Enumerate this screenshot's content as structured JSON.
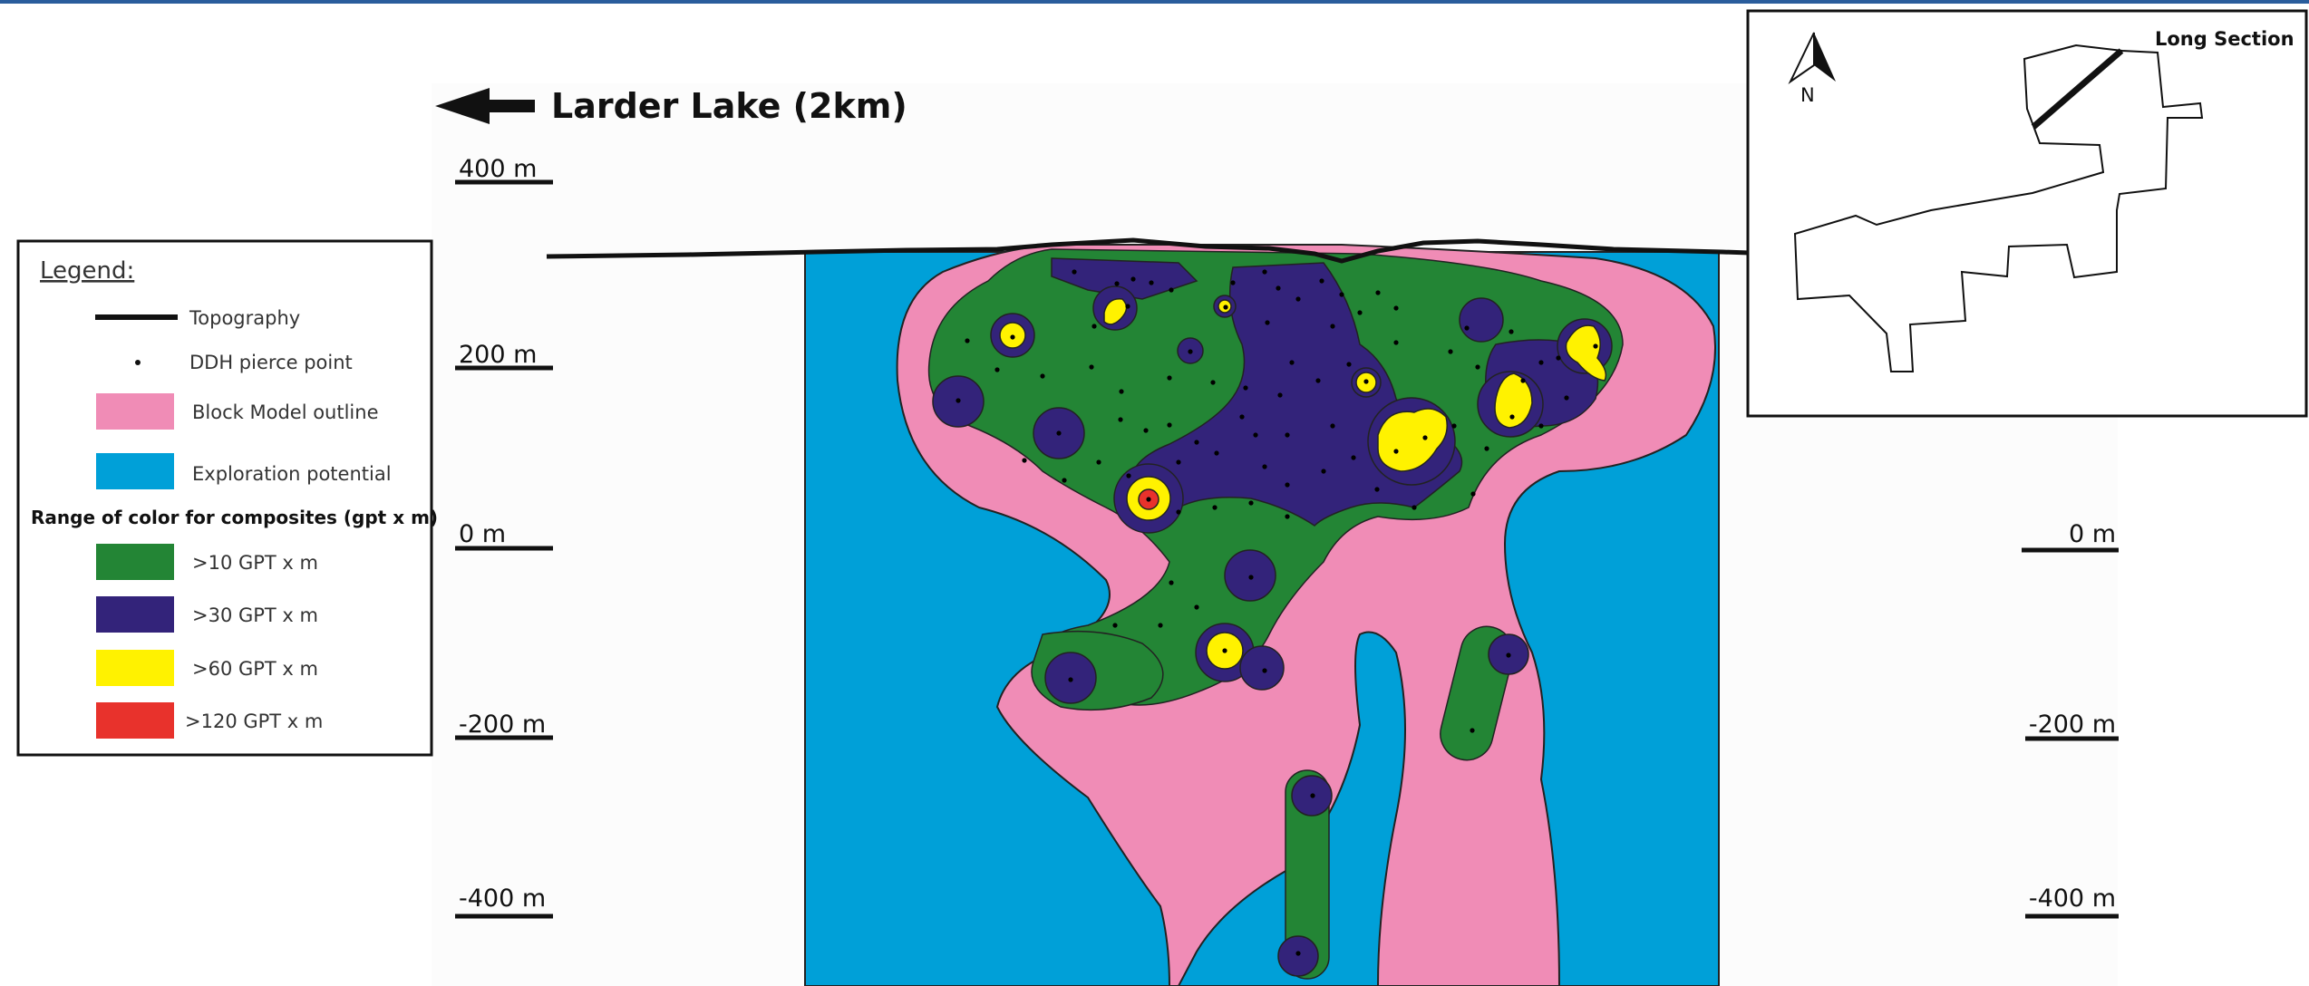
{
  "direction_label": "Larder Lake (2km)",
  "elevations_left": [
    "400 m",
    "200 m",
    "0 m",
    "-200 m",
    "-400 m"
  ],
  "elevations_right": [
    "0 m",
    "-200 m",
    "-400 m"
  ],
  "legend": {
    "title": "Legend:",
    "items": [
      {
        "label": "Topography",
        "color": "#111111"
      },
      {
        "label": "DDH pierce point",
        "color": "#111111"
      },
      {
        "label": "Block Model outline",
        "color": "#f08cb6"
      },
      {
        "label": "Exploration potential",
        "color": "#00a0d8"
      }
    ],
    "range_title": "Range of color for composites (gpt x m)",
    "ranges": [
      {
        "label": ">10 GPT x m",
        "color": "#238535"
      },
      {
        "label": ">30 GPT x m",
        "color": "#33237a"
      },
      {
        "label": ">60 GPT x m",
        "color": "#fff200"
      },
      {
        "label": ">120 GPT x m",
        "color": "#e8322c"
      }
    ]
  },
  "inset": {
    "label": "Long Section",
    "north": "N"
  },
  "colors": {
    "exploration": "#00a0d8",
    "block_model": "#f08cb6",
    "gt10": "#238535",
    "gt30": "#33237a",
    "gt60": "#fff200",
    "gt120": "#e8322c",
    "header_bar": "#2a5d9c"
  }
}
